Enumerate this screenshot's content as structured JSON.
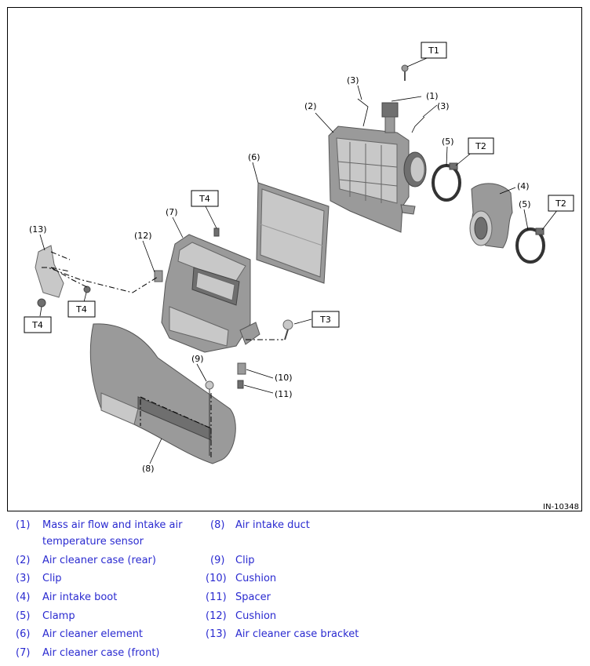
{
  "figure_id": "IN-10348",
  "torque_labels": [
    "T1",
    "T2",
    "T2",
    "T3",
    "T4",
    "T4",
    "T4"
  ],
  "callouts": [
    "(1)",
    "(2)",
    "(3)",
    "(3)",
    "(4)",
    "(5)",
    "(5)",
    "(6)",
    "(7)",
    "(8)",
    "(9)",
    "(10)",
    "(11)",
    "(12)",
    "(13)"
  ],
  "legend": [
    {
      "num": "(1)",
      "text": "Mass air flow and intake air",
      "text2": "temperature sensor"
    },
    {
      "num": "(2)",
      "text": "Air cleaner case (rear)"
    },
    {
      "num": "(3)",
      "text": "Clip"
    },
    {
      "num": "(4)",
      "text": "Air intake boot"
    },
    {
      "num": "(5)",
      "text": "Clamp"
    },
    {
      "num": "(6)",
      "text": "Air cleaner element"
    },
    {
      "num": "(7)",
      "text": "Air cleaner case (front)"
    },
    {
      "num": "(8)",
      "text": "Air intake duct"
    },
    {
      "num": "(9)",
      "text": "Clip"
    },
    {
      "num": "(10)",
      "text": "Cushion"
    },
    {
      "num": "(11)",
      "text": "Spacer"
    },
    {
      "num": "(12)",
      "text": "Cushion"
    },
    {
      "num": "(13)",
      "text": "Air cleaner case bracket"
    }
  ],
  "colors": {
    "legend_text": "#2a2ad0",
    "part_fill": "#9a9a9a"
  }
}
